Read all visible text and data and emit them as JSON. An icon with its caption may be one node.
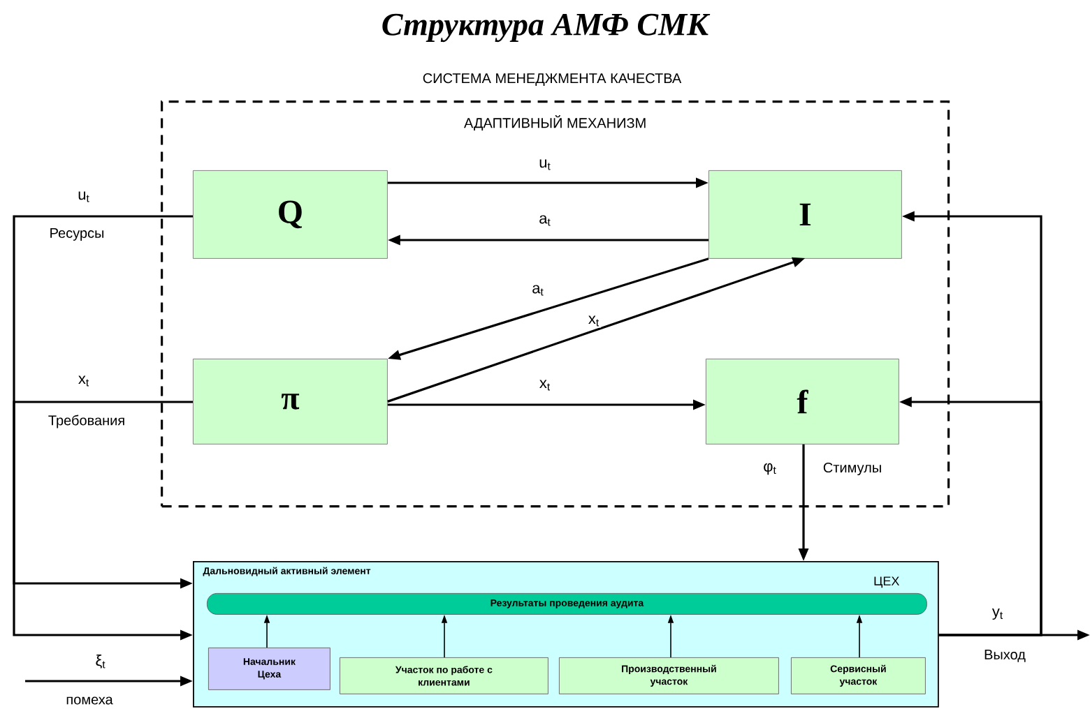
{
  "diagram": {
    "title": "Структура АМФ СМК",
    "nodes": [
      {
        "text": [
          "АДАПТИВНЫЙ МЕХАНИЗМ"
        ]
      },
      {
        "text": [
          "Q"
        ],
        "in": 0
      },
      {
        "text": [
          "I"
        ],
        "in": 0
      },
      {
        "text": [
          "π"
        ],
        "in": 0
      },
      {
        "text": [
          "f"
        ],
        "in": 0
      },
      {
        "text": [
          "Дальновидный активный элемент",
          "ЦЕХ"
        ]
      },
      {
        "text": [
          "Результаты проведения аудита"
        ],
        "in": 5
      },
      {
        "text": [
          "Начальник Цеха"
        ],
        "in": 5
      },
      {
        "text": [
          "Участок по работе с клиентами"
        ],
        "in": 5
      },
      {
        "text": [
          "Производственный участок"
        ],
        "in": 5
      },
      {
        "text": [
          "Сервисный участок"
        ],
        "in": 5
      }
    ],
    "edges": [
      {
        "from": 1,
        "to": 2,
        "arrow": "to",
        "label": "u$_{t}$"
      },
      {
        "from": 2,
        "to": 1,
        "arrow": "to",
        "label": "a$_{t}$"
      },
      {
        "from": 2,
        "to": 3,
        "arrow": "to",
        "label": "a$_{t}$"
      },
      {
        "from": 3,
        "to": 2,
        "arrow": "to",
        "label": "x$_{t}$"
      },
      {
        "from": 3,
        "to": 4,
        "arrow": "to",
        "label": "x$_{t}$"
      },
      {
        "from": 1,
        "to": 5,
        "arrow": "to",
        "label": "u$_{t}$"
      },
      {
        "from": 3,
        "to": 5,
        "arrow": "to",
        "label": "x$_{t}$"
      },
      {
        "from": null,
        "to": 5,
        "arrow": "to",
        "label": "ξ$_{t}$"
      },
      {
        "from": 4,
        "to": 5,
        "arrow": "to",
        "label": "φ$_{t}$"
      },
      {
        "from": 5,
        "to": null,
        "arrow": "to",
        "label": "y$_{t}$"
      },
      {
        "from": 5,
        "to": 2,
        "arrow": "to"
      },
      {
        "from": 5,
        "to": 4,
        "arrow": "to"
      },
      {
        "from": 7,
        "to": 6,
        "arrow": "to"
      },
      {
        "from": 8,
        "to": 6,
        "arrow": "to"
      },
      {
        "from": 9,
        "to": 6,
        "arrow": "to"
      },
      {
        "from": 10,
        "to": 6,
        "arrow": "to"
      }
    ],
    "labels": [
      "СИСТЕМА МЕНЕДЖМЕНТА КАЧЕСТВА",
      "Ресурсы",
      "Требования",
      "помеха",
      "Стимулы",
      "Выход"
    ]
  }
}
